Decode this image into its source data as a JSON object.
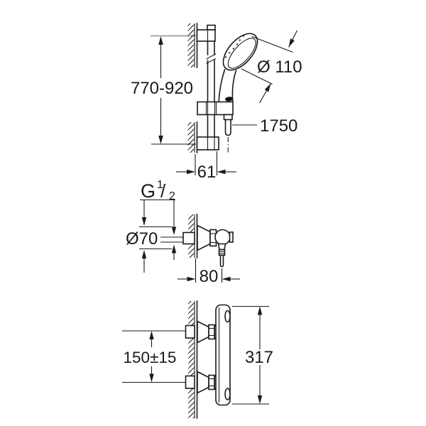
{
  "drawing": {
    "type": "technical-dimension-drawing",
    "views": {
      "top": "shower rail with hand shower and hose",
      "middle": "wall union side view",
      "bottom": "thermostatic mixer side view"
    },
    "colors": {
      "line": "#1a1a1a",
      "gray_line": "#a8a8a8",
      "background": "#ffffff"
    },
    "dimensions": {
      "rail_height": "770-920",
      "head_diameter": "Ø 110",
      "hose_length": "1750",
      "wall_to_rail": "61",
      "thread_g": "G",
      "thread_numerator": "1",
      "thread_slash": "/",
      "thread_denominator": "2",
      "escutcheon_diameter": "Ø70",
      "wall_depth": "80",
      "inlet_distance": "150±15",
      "mixer_height": "317"
    }
  }
}
